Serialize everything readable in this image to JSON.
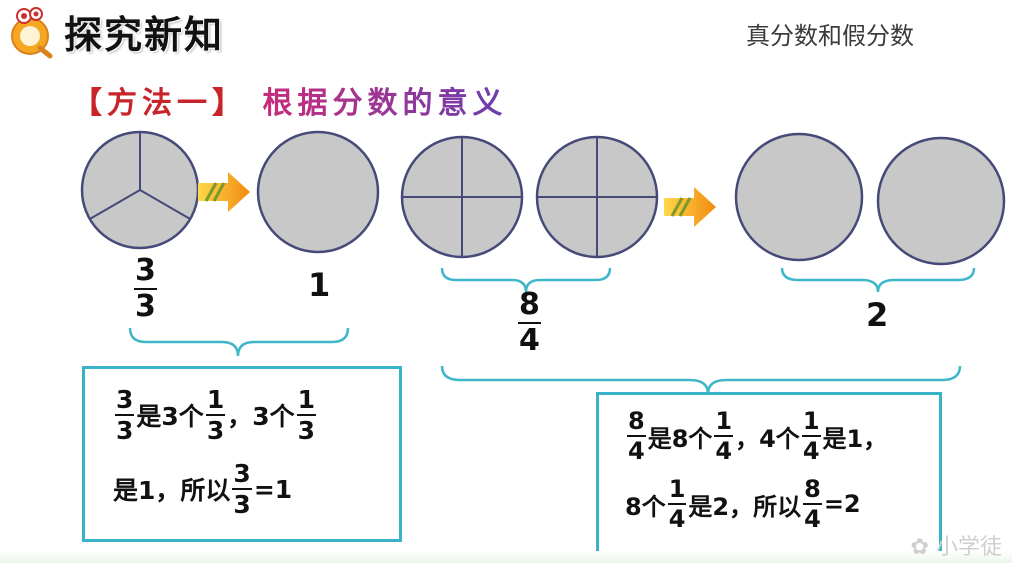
{
  "header": {
    "title": "探究新知",
    "topic": "真分数和假分数",
    "method_open": "【方法一】",
    "method_text": "根据分数的意义"
  },
  "group1": {
    "fraction": {
      "num": "3",
      "den": "3"
    },
    "result": "1",
    "note": {
      "l1_a": "是3个",
      "l1_b": "，3个",
      "l2_a": "是1，所以",
      "l2_b": " =1",
      "f1": {
        "num": "3",
        "den": "3"
      },
      "f2": {
        "num": "1",
        "den": "3"
      },
      "f3": {
        "num": "1",
        "den": "3"
      },
      "f4": {
        "num": "3",
        "den": "3"
      }
    }
  },
  "group2": {
    "fraction": {
      "num": "8",
      "den": "4"
    },
    "result": "2",
    "note": {
      "l1_a": "是8个",
      "l1_b": "，4个",
      "l1_c": "是1，",
      "l2_a": "8个",
      "l2_b": "是2，所以",
      "l2_c": "=2",
      "f1": {
        "num": "8",
        "den": "4"
      },
      "f2": {
        "num": "1",
        "den": "4"
      },
      "f3": {
        "num": "1",
        "den": "4"
      },
      "f4": {
        "num": "1",
        "den": "4"
      },
      "f5": {
        "num": "8",
        "den": "4"
      }
    }
  },
  "watermark": "小学徒",
  "colors": {
    "circle_fill": "#c8c8c8",
    "circle_stroke": "#454a78",
    "brace": "#3fb6c9",
    "box_border": "#38b2c7",
    "method_text_start": "#c82c7a",
    "method_text_end": "#6a3fb0",
    "arrow": "#f7a21b"
  }
}
